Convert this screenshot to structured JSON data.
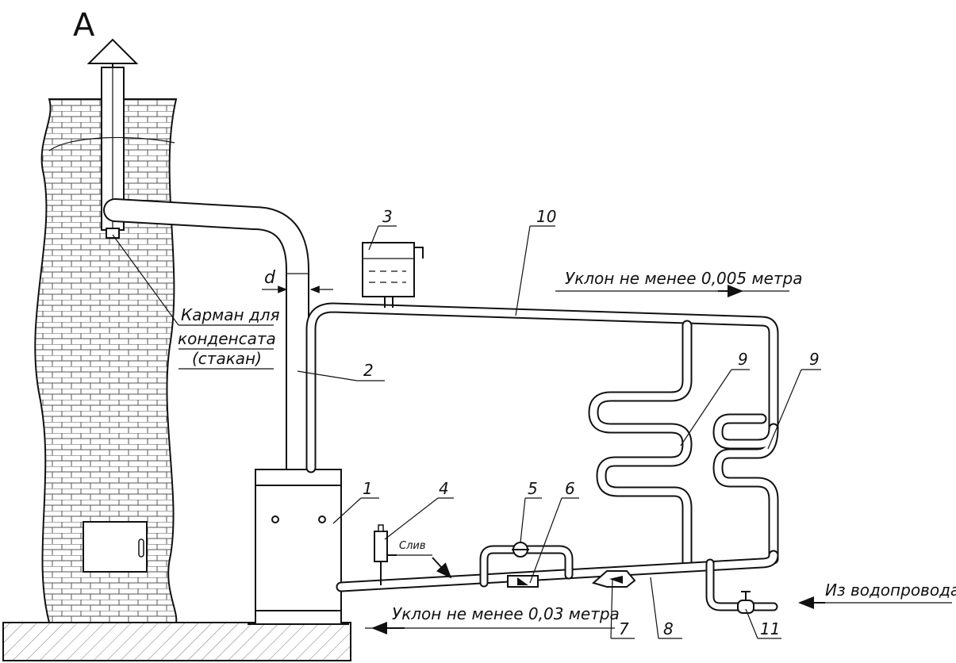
{
  "view_label": "А",
  "dimension_label": "d",
  "condensate_pocket": [
    "Карман для",
    "конденсата",
    "(стакан)"
  ],
  "slope_top": "Уклон не менее 0,005 метра",
  "slope_bottom": "Уклон не менее 0,03 метра",
  "water_supply": "Из водопровода",
  "drain": "Слив",
  "callouts": {
    "n1": "1",
    "n2": "2",
    "n3": "3",
    "n4": "4",
    "n5": "5",
    "n6": "6",
    "n7": "7",
    "n8": "8",
    "n9a": "9",
    "n9b": "9",
    "n10": "10",
    "n11": "11"
  }
}
